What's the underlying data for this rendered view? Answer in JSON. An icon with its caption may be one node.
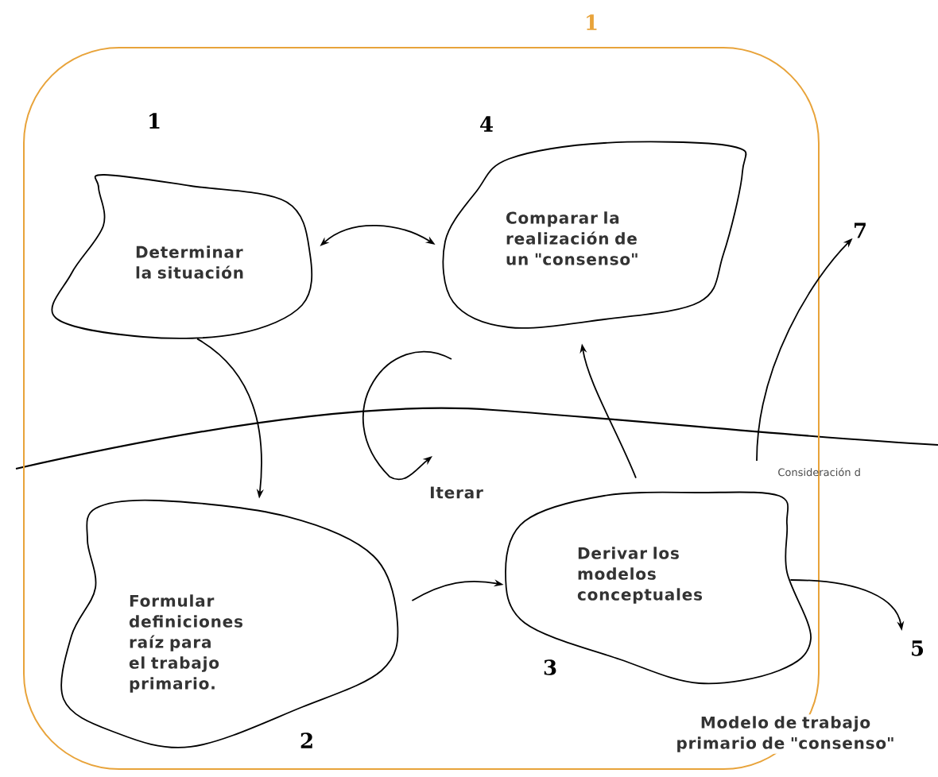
{
  "diagram": {
    "nodes": [
      {
        "text": [
          "1"
        ]
      },
      {
        "text": [
          "Determinar la situación"
        ],
        "in": 0,
        "beside": [
          "1"
        ]
      },
      {
        "text": [
          "Comparar la realización de un \"consenso\""
        ],
        "in": 0,
        "beside": [
          "4"
        ]
      },
      {
        "text": [
          "Formular definiciones raíz para el trabajo primario."
        ],
        "in": 0,
        "beside": [
          "2"
        ]
      },
      {
        "text": [
          "Derivar los modelos conceptuales"
        ],
        "in": 0,
        "beside": [
          "3"
        ]
      },
      {
        "text": [
          "5"
        ]
      },
      {
        "text": [
          "7"
        ]
      }
    ],
    "edges": [
      {
        "from": 1,
        "to": 2,
        "arrow": "both"
      },
      {
        "from": 1,
        "to": 3,
        "arrow": "to"
      },
      {
        "from": 3,
        "to": 4,
        "arrow": "to"
      },
      {
        "from": 4,
        "to": 2,
        "arrow": "to"
      },
      {
        "from": 4,
        "to": 5,
        "arrow": "to"
      },
      {
        "from": null,
        "to": 6,
        "arrow": "to"
      }
    ],
    "labels": [
      "Iterar",
      "Consideración d",
      "Modelo de trabajo primario de \"consenso\""
    ]
  }
}
